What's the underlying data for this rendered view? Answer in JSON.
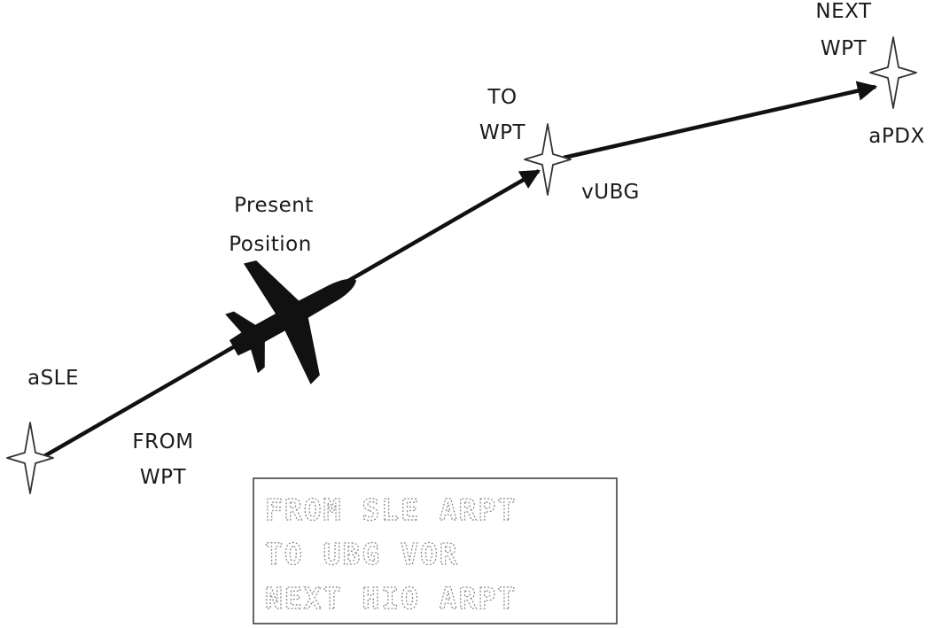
{
  "waypoints": {
    "from": {
      "code": "aSLE",
      "role_line1": "FROM",
      "role_line2": "WPT"
    },
    "to": {
      "code": "vUBG",
      "role_line1": "TO",
      "role_line2": "WPT"
    },
    "next": {
      "code": "aPDX",
      "role_line1": "NEXT",
      "role_line2": "WPT"
    }
  },
  "aircraft": {
    "label_line1": "Present",
    "label_line2": "Position"
  },
  "cdu_display": {
    "lines": [
      "FROM SLE ARPT",
      "TO UBG VOR",
      "NEXT HIO ARPT"
    ]
  }
}
